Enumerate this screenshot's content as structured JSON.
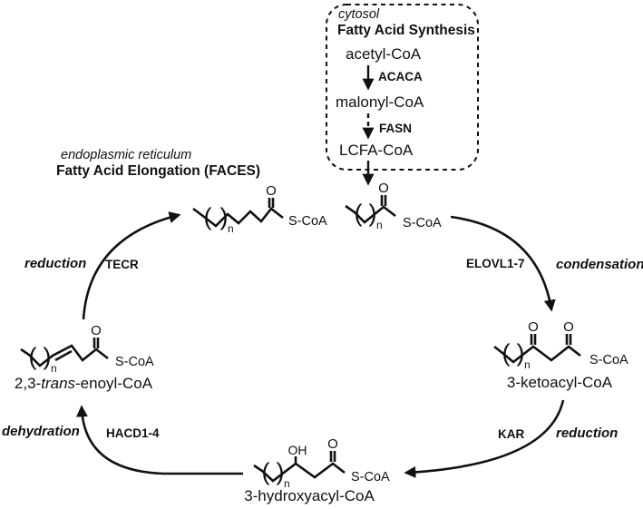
{
  "colors": {
    "ink": "#111111",
    "background": "#ffffff"
  },
  "cytosol_box": {
    "region_label": "cytosol",
    "title": "Fatty Acid Synthesis",
    "metabolites": [
      "acetyl-CoA",
      "malonyl-CoA",
      "LCFA-CoA"
    ],
    "enzymes": [
      "ACACA",
      "FASN"
    ]
  },
  "er_header": {
    "region_label": "endoplasmic reticulum",
    "title": "Fatty Acid Elongation (FACES)"
  },
  "cycle": {
    "steps": [
      {
        "enzyme": "ELOVL1-7",
        "process": "condensation"
      },
      {
        "enzyme": "KAR",
        "process": "reduction"
      },
      {
        "enzyme": "HACD1-4",
        "process": "dehydration"
      },
      {
        "enzyme": "TECR",
        "process": "reduction"
      }
    ],
    "intermediate_labels": {
      "ketoacyl": "3-ketoacyl-CoA",
      "hydroxyacyl": "3-hydroxyacyl-CoA",
      "enoyl_pre": "2,3-",
      "enoyl_italic": "trans",
      "enoyl_post": "-enoyl-CoA"
    }
  },
  "glyphs": {
    "oxygen": "O",
    "hydroxyl": "OH",
    "n_subscript": "n",
    "thioester": "S-CoA",
    "paren_open": "(",
    "paren_close": ")"
  }
}
